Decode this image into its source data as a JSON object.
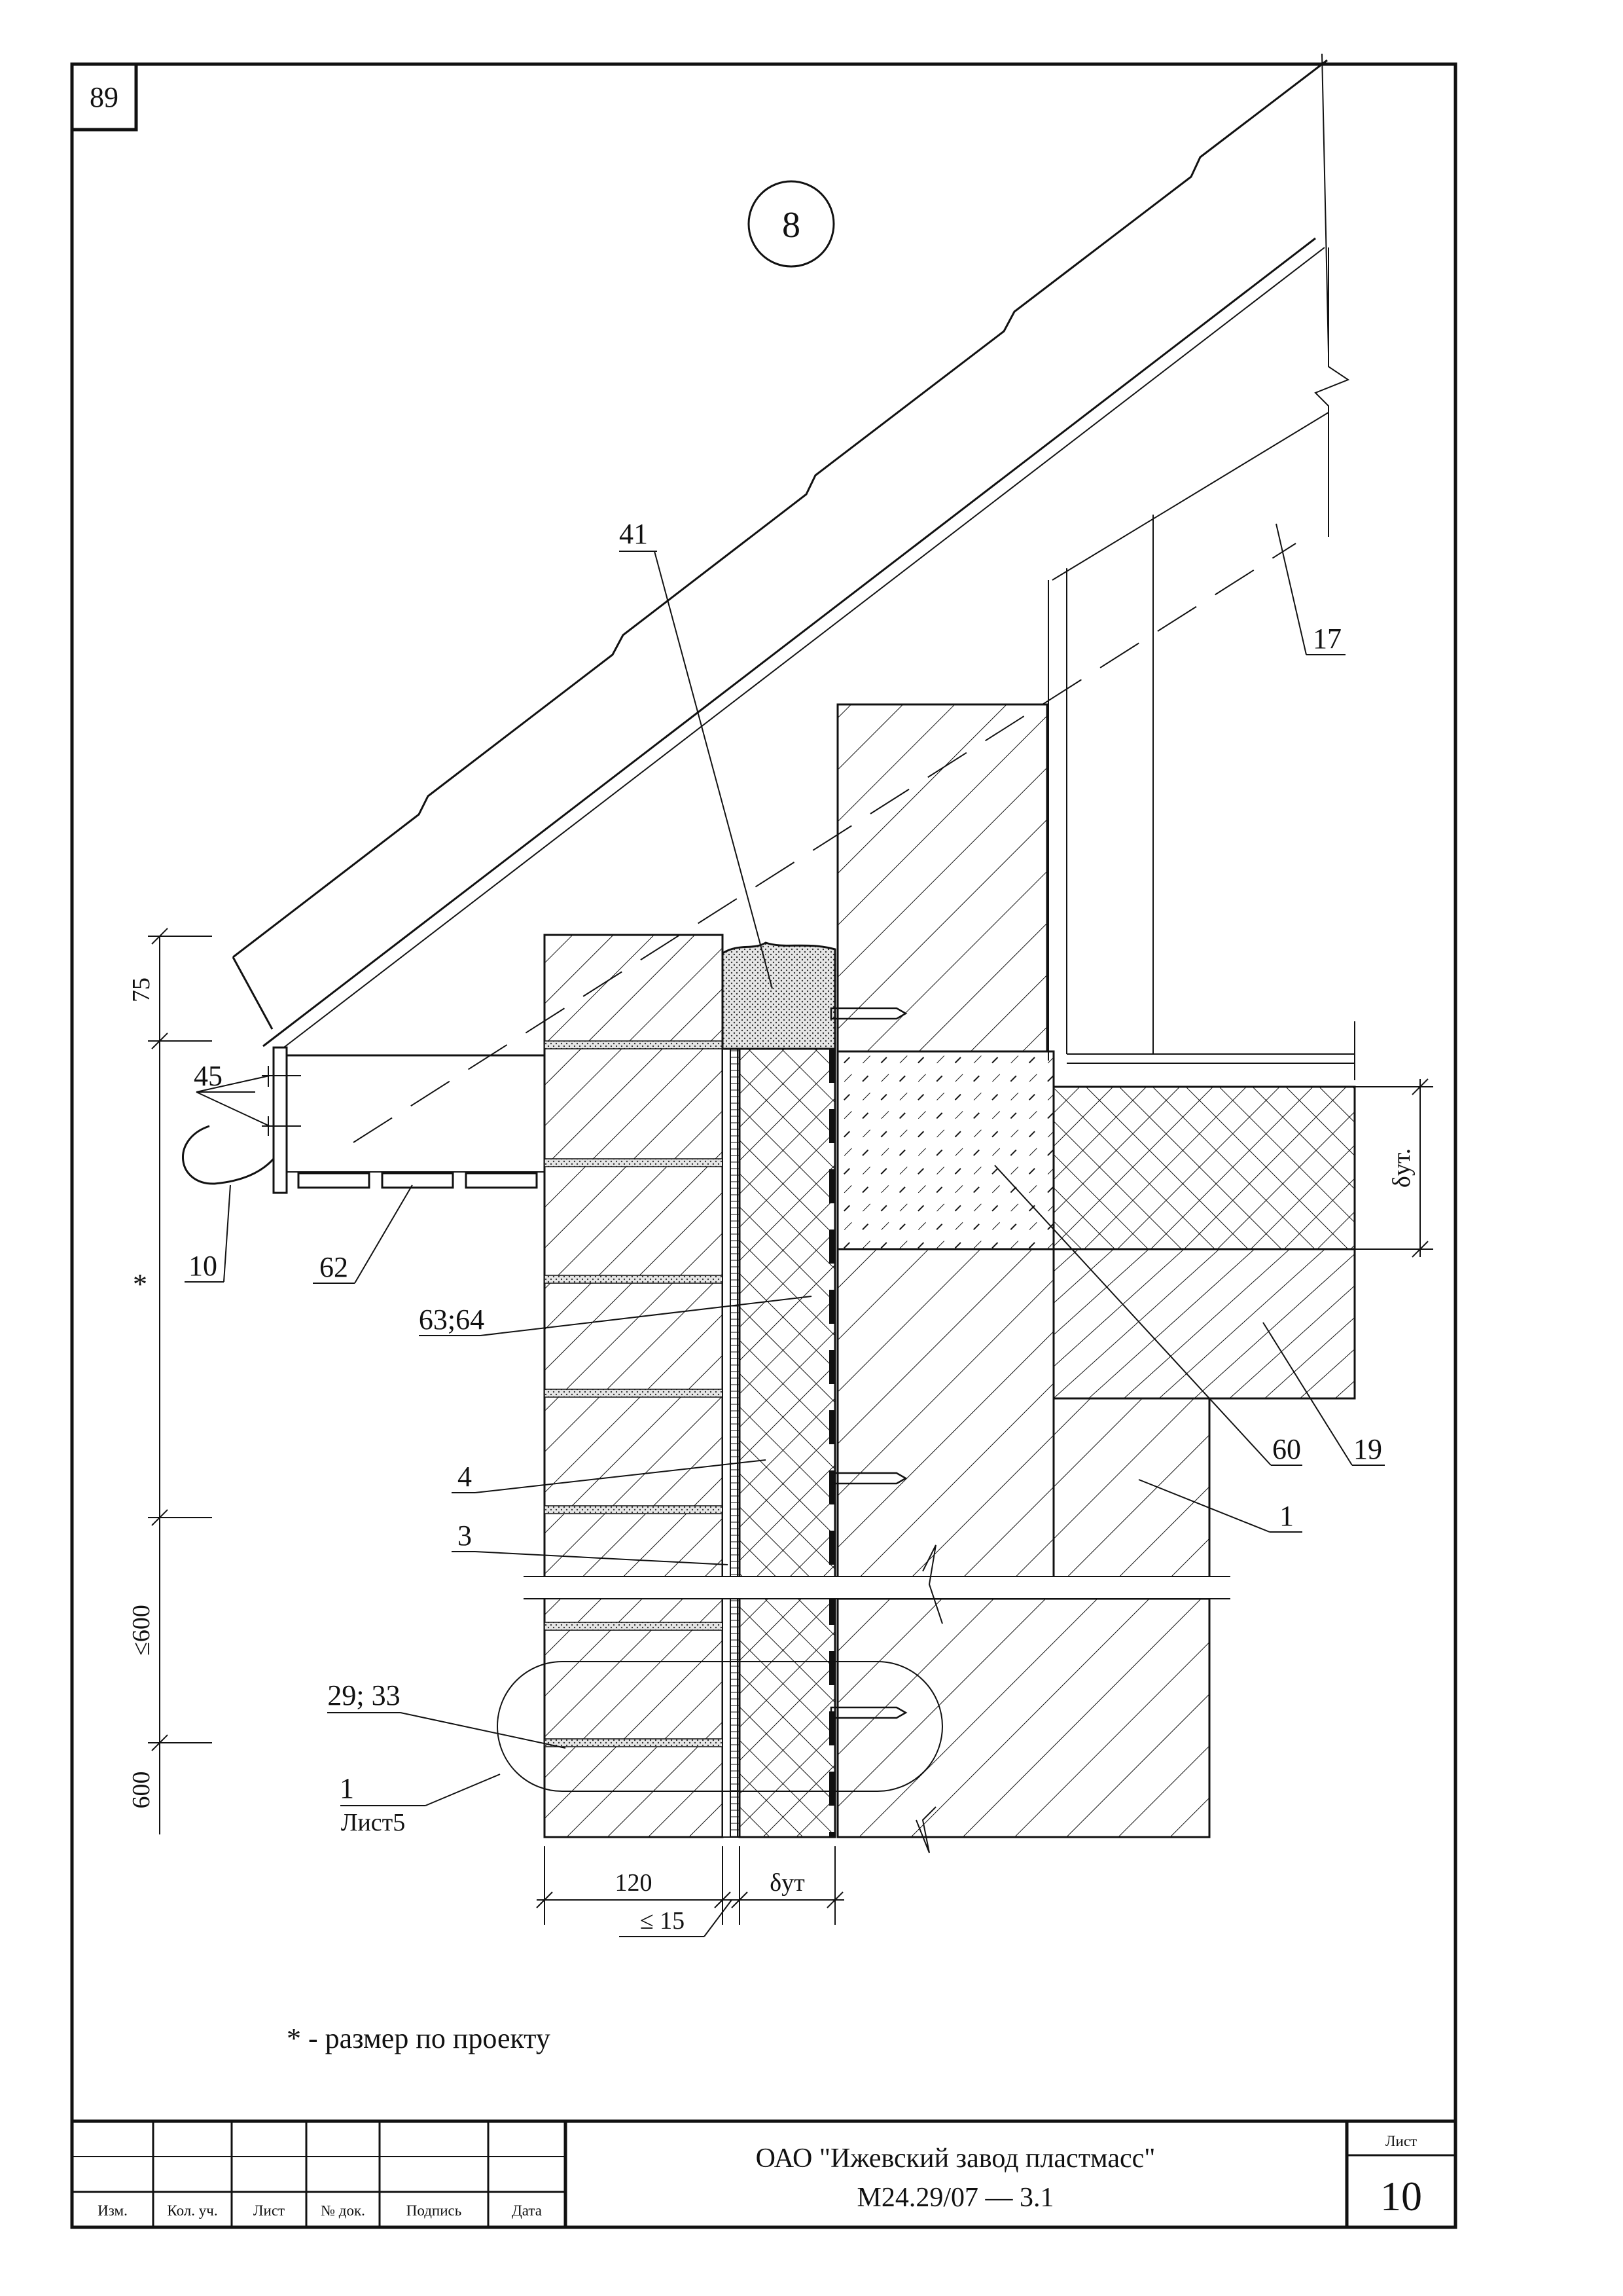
{
  "page_number": "89",
  "node_number": "8",
  "callouts": {
    "c41": "41",
    "c17": "17",
    "c45": "45",
    "c10": "10",
    "c62": "62",
    "c6364": "63;64",
    "c4": "4",
    "c3": "3",
    "c2933": "29; 33",
    "c1_ref": "1",
    "c1_ref_sheet": "Лист5",
    "c60": "60",
    "c19": "19",
    "c1": "1"
  },
  "dimensions": {
    "d75": "75",
    "dstar": "*",
    "d600a": "≤600",
    "d600b": "600",
    "d120": "120",
    "d15": "≤ 15",
    "delta_bottom": "δут",
    "delta_right": "δут."
  },
  "note": "* - размер по проекту",
  "title_block": {
    "headers": [
      "Изм.",
      "Кол. уч.",
      "Лист",
      "№ док.",
      "Подпись",
      "Дата"
    ],
    "organization": "ОАО \"Ижевский завод пластмасс\"",
    "doc_code": "М24.29/07   —   3.1",
    "sheet_label": "Лист",
    "sheet_number": "10"
  },
  "colors": {
    "line": "#111111",
    "background": "#ffffff",
    "insulation_fill": "#e6e6e6"
  }
}
